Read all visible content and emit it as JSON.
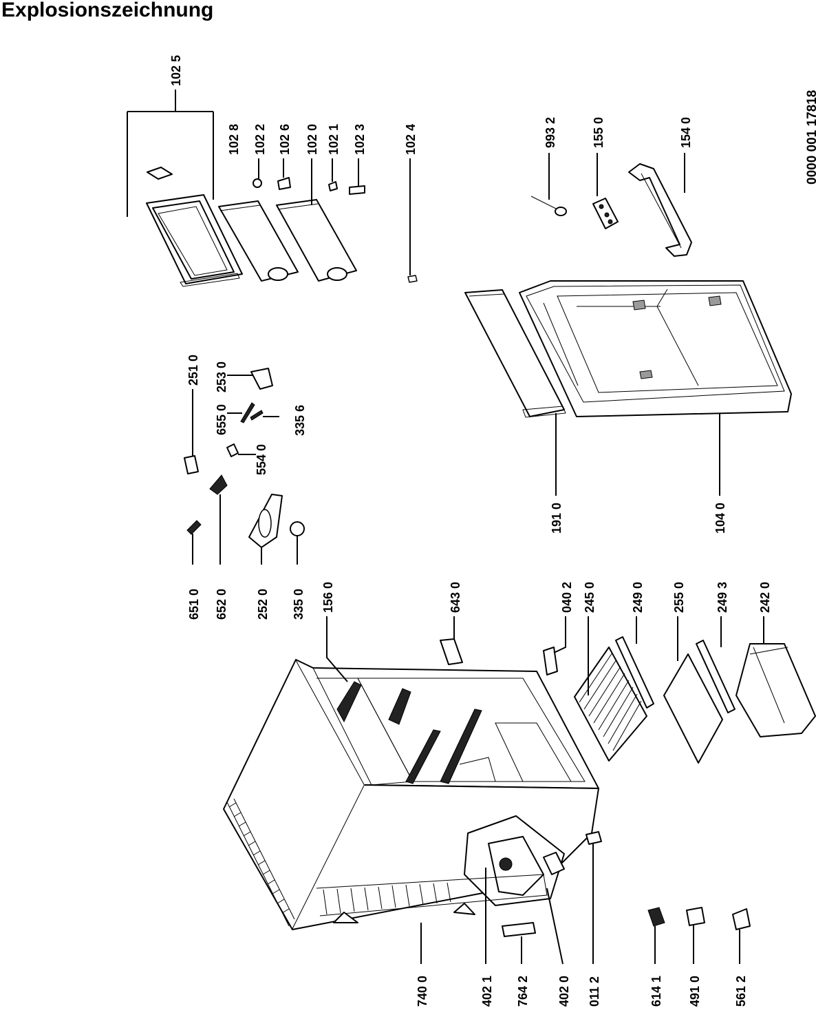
{
  "title": "Explosionszeichnung",
  "document_id": "0000  001 17818",
  "part_labels": [
    "102 5",
    "102 8",
    "102 2",
    "102 6",
    "102 0",
    "102 1",
    "102 3",
    "102 4",
    "993 2",
    "155 0",
    "154 0",
    "251 0",
    "253 0",
    "655 0",
    "335 6",
    "554 0",
    "191 0",
    "104 0",
    "651 0",
    "652 0",
    "252 0",
    "335 0",
    "156 0",
    "643 0",
    "040 2",
    "245 0",
    "249 0",
    "255 0",
    "249 3",
    "242 0",
    "740 0",
    "402 1",
    "764 2",
    "402 0",
    "011 2",
    "614 1",
    "491 0",
    "561 2"
  ]
}
